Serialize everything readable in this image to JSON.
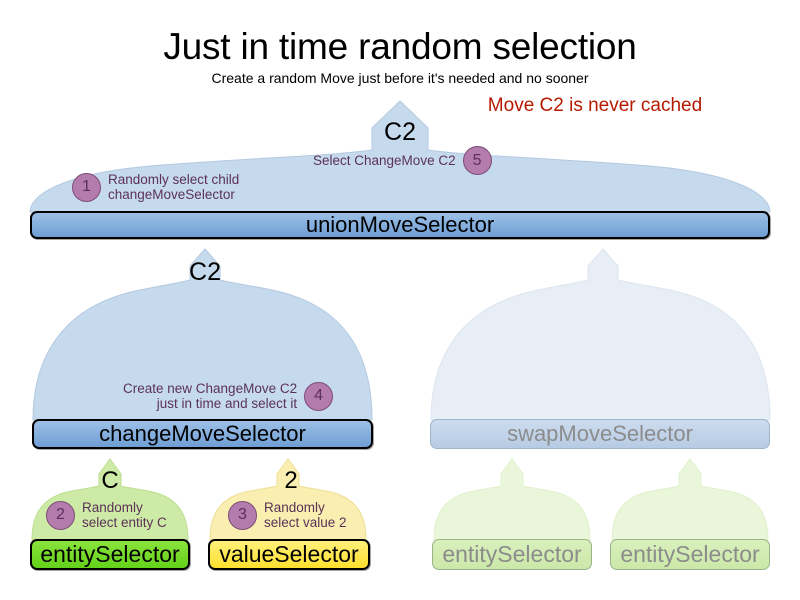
{
  "header": {
    "title": "Just in time random selection",
    "subtitle": "Create a random Move just before it's needed and no sooner",
    "note": "Move C2 is never cached",
    "note_color": "#b51a00"
  },
  "selectors": {
    "union": {
      "label": "unionMoveSelector",
      "state": "active"
    },
    "change": {
      "label": "changeMoveSelector",
      "state": "active"
    },
    "swap": {
      "label": "swapMoveSelector",
      "state": "faded"
    }
  },
  "leaves": [
    {
      "label": "entitySelector",
      "state": "active-green"
    },
    {
      "label": "valueSelector",
      "state": "active-yellow"
    },
    {
      "label": "entitySelector",
      "state": "faded"
    },
    {
      "label": "entitySelector",
      "state": "faded"
    }
  ],
  "flow_labels": {
    "top": "C2",
    "change": "C2",
    "entity": "C",
    "value": "2"
  },
  "steps": [
    {
      "number": "1",
      "text": "Randomly select child\nchangeMoveSelector"
    },
    {
      "number": "2",
      "text": "Randomly\nselect entity C"
    },
    {
      "number": "3",
      "text": "Randomly\nselect value 2"
    },
    {
      "number": "4",
      "text": "Create new ChangeMove C2\njust in time and select it"
    },
    {
      "number": "5",
      "text": "Select ChangeMove C2"
    }
  ],
  "palette": {
    "funnel_active": "#c6daee",
    "funnel_faded": "#e8eef6",
    "funnel_green_active": "#cdeaa6",
    "funnel_yellow_active": "#faeeb0",
    "funnel_green_faded": "#e9f6da",
    "bar_blue": "#7da7d9",
    "leaf_green": "#6fd824",
    "leaf_yellow": "#ffe53a",
    "badge": "#b47bad"
  }
}
